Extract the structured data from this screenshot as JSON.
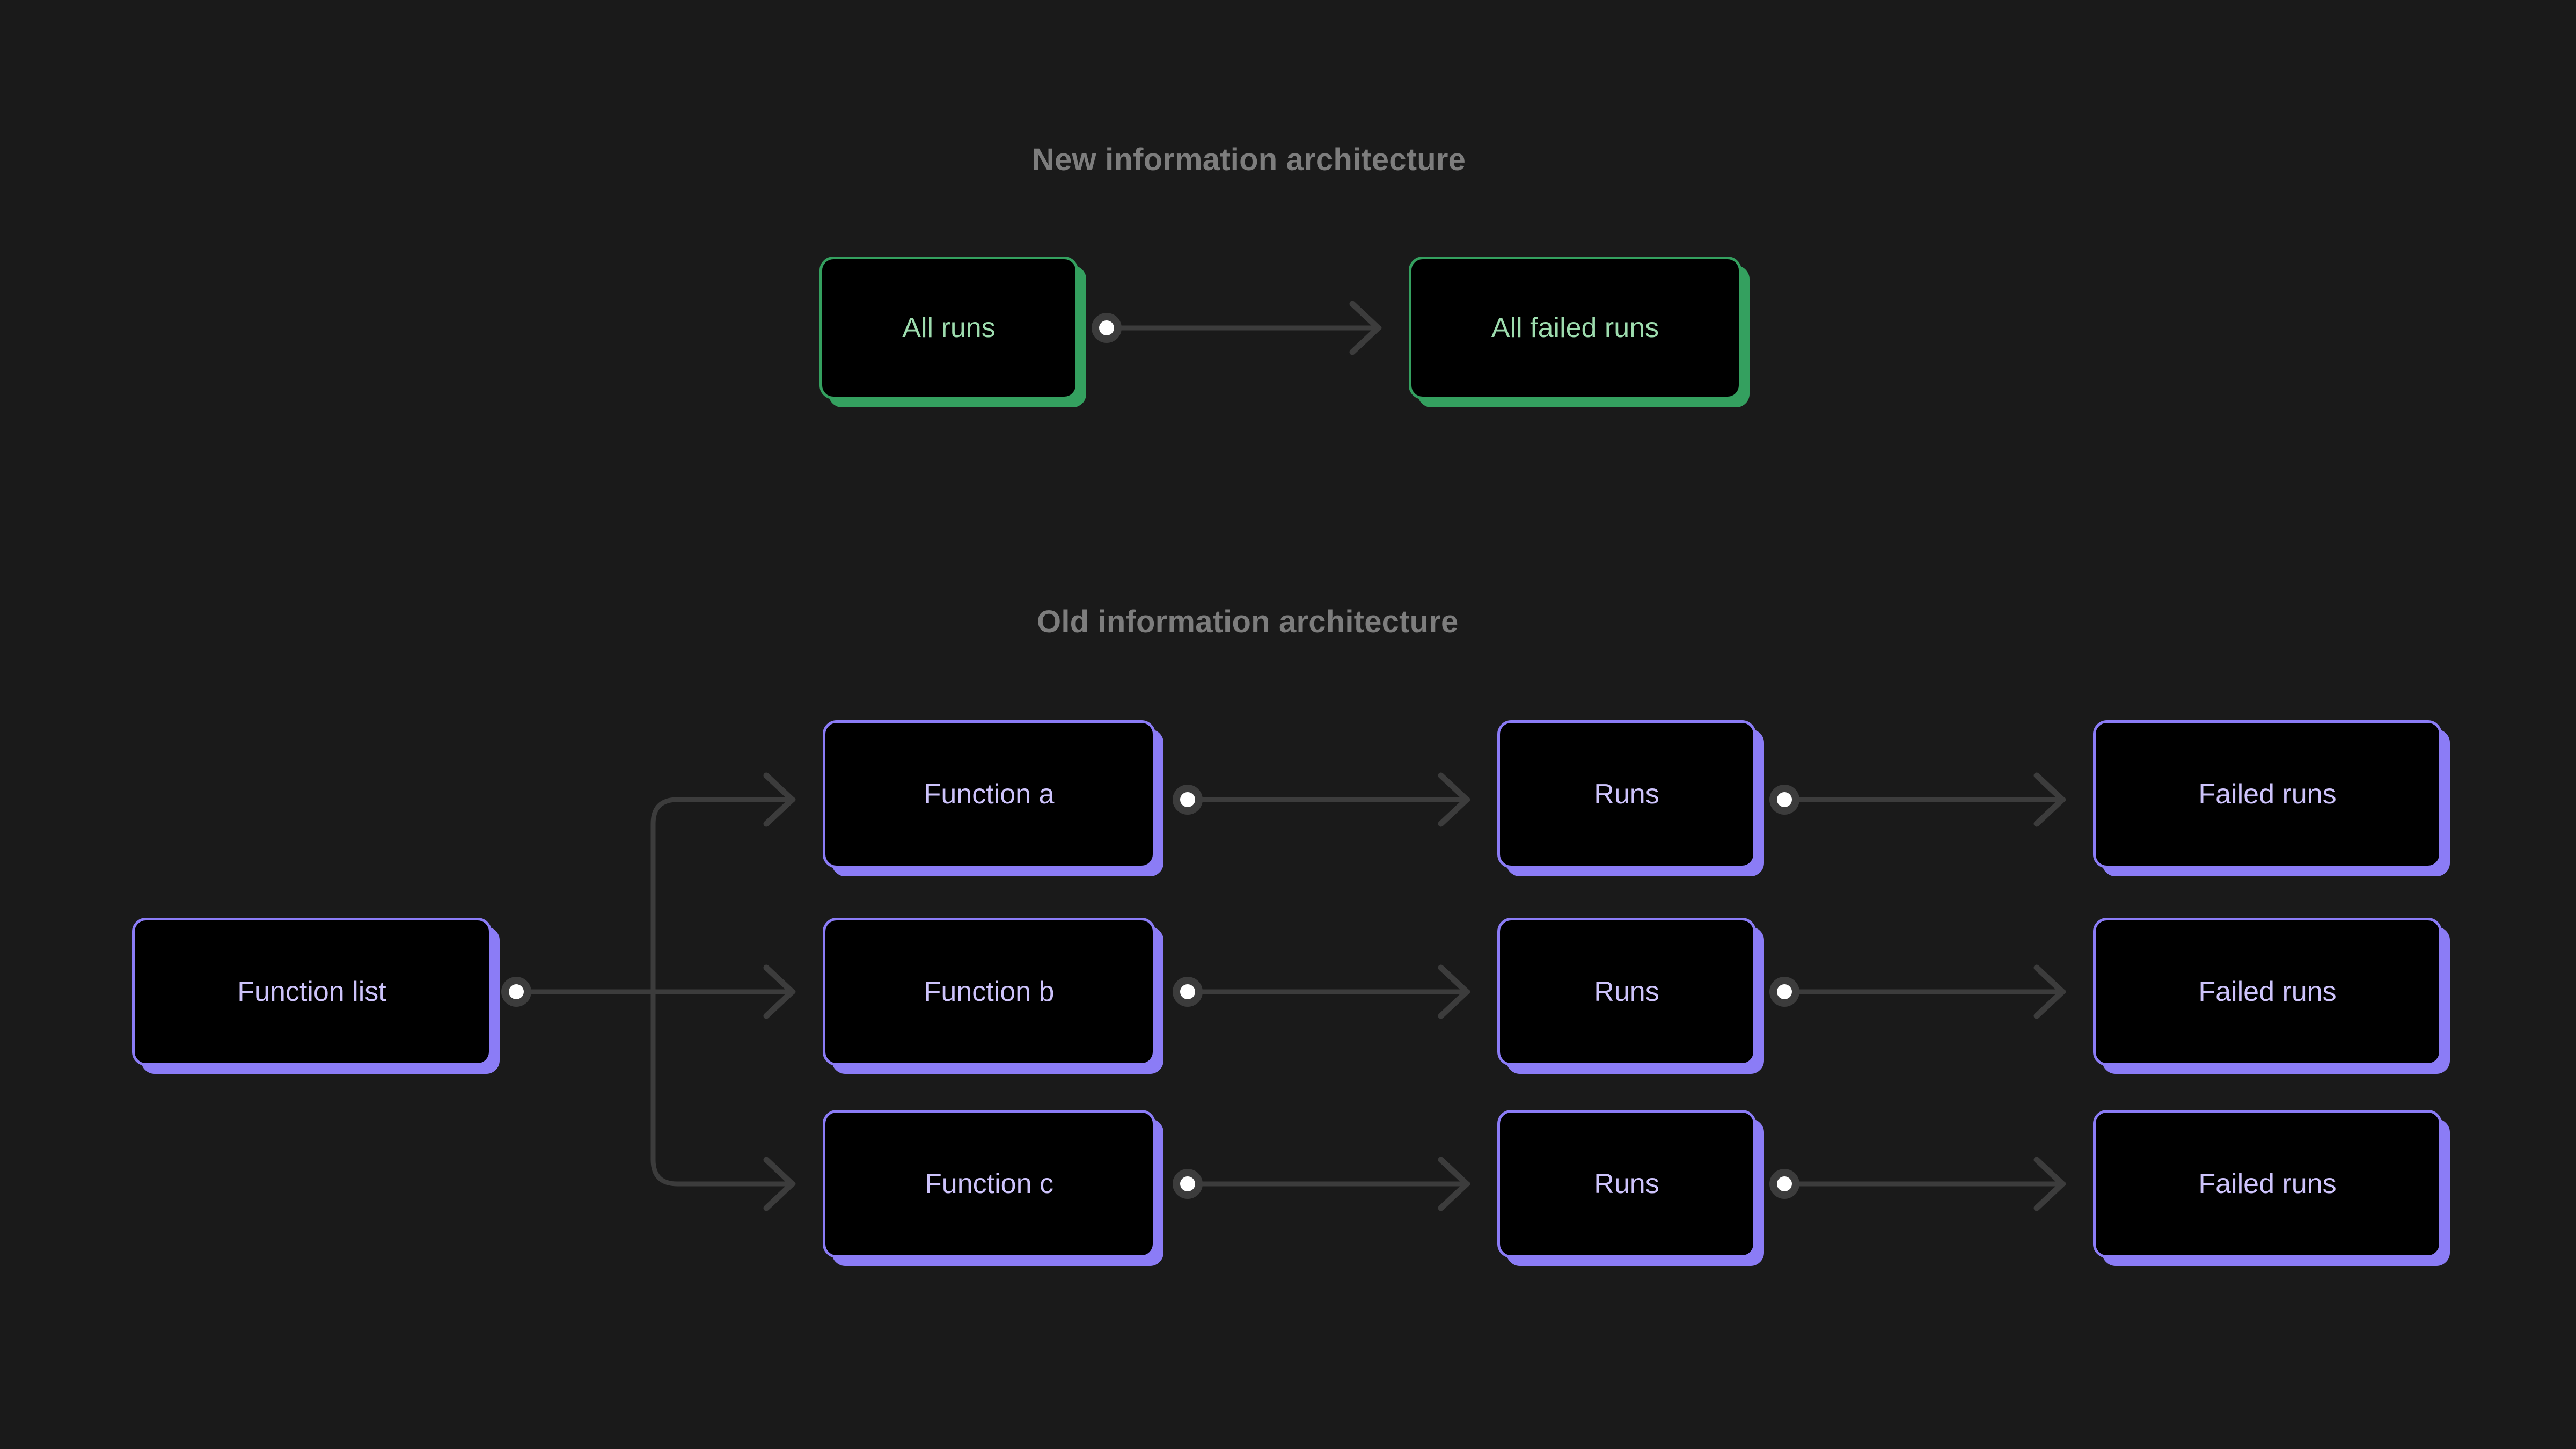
{
  "page": {
    "background_color": "#1a1a1a",
    "title_color": "#7d7d7d"
  },
  "palette": {
    "purple": "#8b7cf6",
    "purple_text": "#cdc3fb",
    "green": "#34a05f",
    "green_text": "#9ddcae",
    "node_fill": "#000000",
    "connector": "#3c3c3c",
    "dot_core": "#ffffff"
  },
  "sections": [
    {
      "id": "new",
      "title": "New information architecture",
      "nodes": [
        {
          "id": "all-runs",
          "label": "All runs",
          "accent": "green"
        },
        {
          "id": "all-failed-runs",
          "label": "All failed runs",
          "accent": "green"
        }
      ],
      "connectors": [
        {
          "from": "all-runs",
          "to": "all-failed-runs",
          "kind": "straight-arrow"
        }
      ]
    },
    {
      "id": "old",
      "title": "Old information architecture",
      "nodes": [
        {
          "id": "function-list",
          "label": "Function list",
          "accent": "purple"
        },
        {
          "id": "function-a",
          "label": "Function a",
          "accent": "purple"
        },
        {
          "id": "function-b",
          "label": "Function b",
          "accent": "purple"
        },
        {
          "id": "function-c",
          "label": "Function c",
          "accent": "purple"
        },
        {
          "id": "runs-a",
          "label": "Runs",
          "accent": "purple"
        },
        {
          "id": "runs-b",
          "label": "Runs",
          "accent": "purple"
        },
        {
          "id": "runs-c",
          "label": "Runs",
          "accent": "purple"
        },
        {
          "id": "failed-runs-a",
          "label": "Failed runs",
          "accent": "purple"
        },
        {
          "id": "failed-runs-b",
          "label": "Failed runs",
          "accent": "purple"
        },
        {
          "id": "failed-runs-c",
          "label": "Failed runs",
          "accent": "purple"
        }
      ],
      "connectors": [
        {
          "from": "function-list",
          "to": "function-a",
          "kind": "branch-up"
        },
        {
          "from": "function-list",
          "to": "function-b",
          "kind": "straight-arrow"
        },
        {
          "from": "function-list",
          "to": "function-c",
          "kind": "branch-down"
        },
        {
          "from": "function-a",
          "to": "runs-a",
          "kind": "straight-arrow"
        },
        {
          "from": "function-b",
          "to": "runs-b",
          "kind": "straight-arrow"
        },
        {
          "from": "function-c",
          "to": "runs-c",
          "kind": "straight-arrow"
        },
        {
          "from": "runs-a",
          "to": "failed-runs-a",
          "kind": "straight-arrow"
        },
        {
          "from": "runs-b",
          "to": "failed-runs-b",
          "kind": "straight-arrow"
        },
        {
          "from": "runs-c",
          "to": "failed-runs-c",
          "kind": "straight-arrow"
        }
      ]
    }
  ]
}
